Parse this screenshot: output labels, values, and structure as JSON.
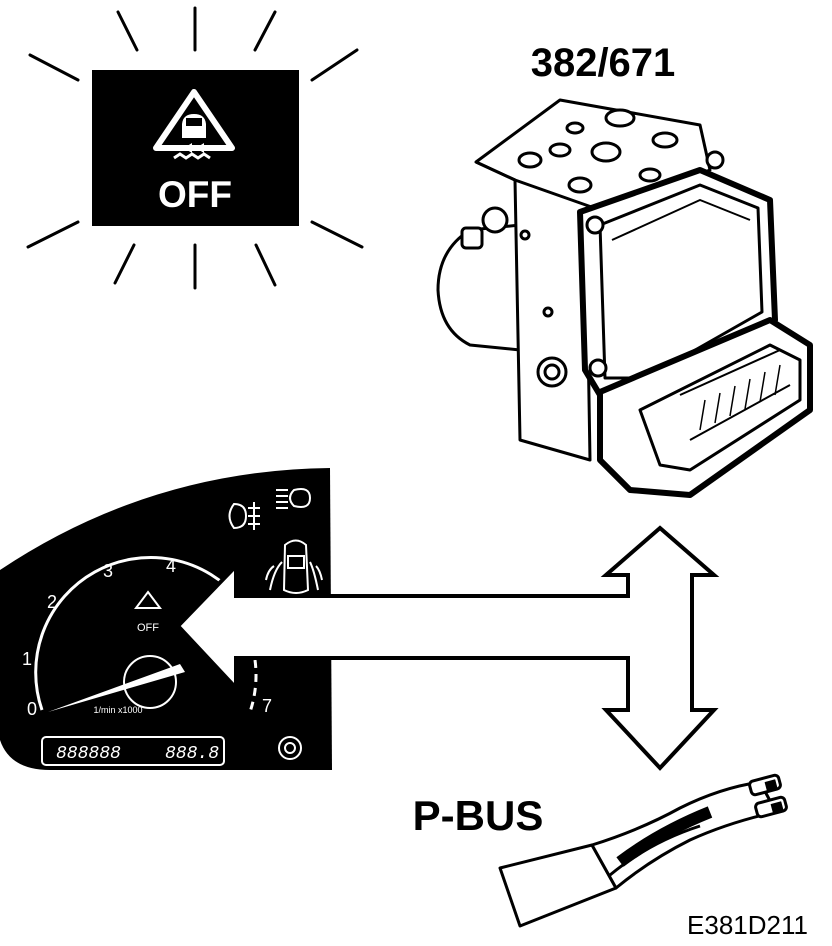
{
  "warning_lamp": {
    "text": "OFF",
    "icon": "traction-control-off-icon"
  },
  "module": {
    "part_number": "382/671",
    "icon": "abs-hydraulic-unit-icon"
  },
  "cluster": {
    "scale": [
      "0",
      "1",
      "2",
      "3",
      "4",
      "7"
    ],
    "unit": "1/min x1000",
    "mini_lamp_text": "OFF",
    "odometer": "888888",
    "trip": "888.8",
    "icons": [
      "fog-light-icon",
      "headlight-icon",
      "vehicle-stability-icon",
      "knob-icon"
    ]
  },
  "bus": {
    "label": "P-BUS",
    "icon": "wire-harness-icon"
  },
  "figure_id": "E381D211"
}
